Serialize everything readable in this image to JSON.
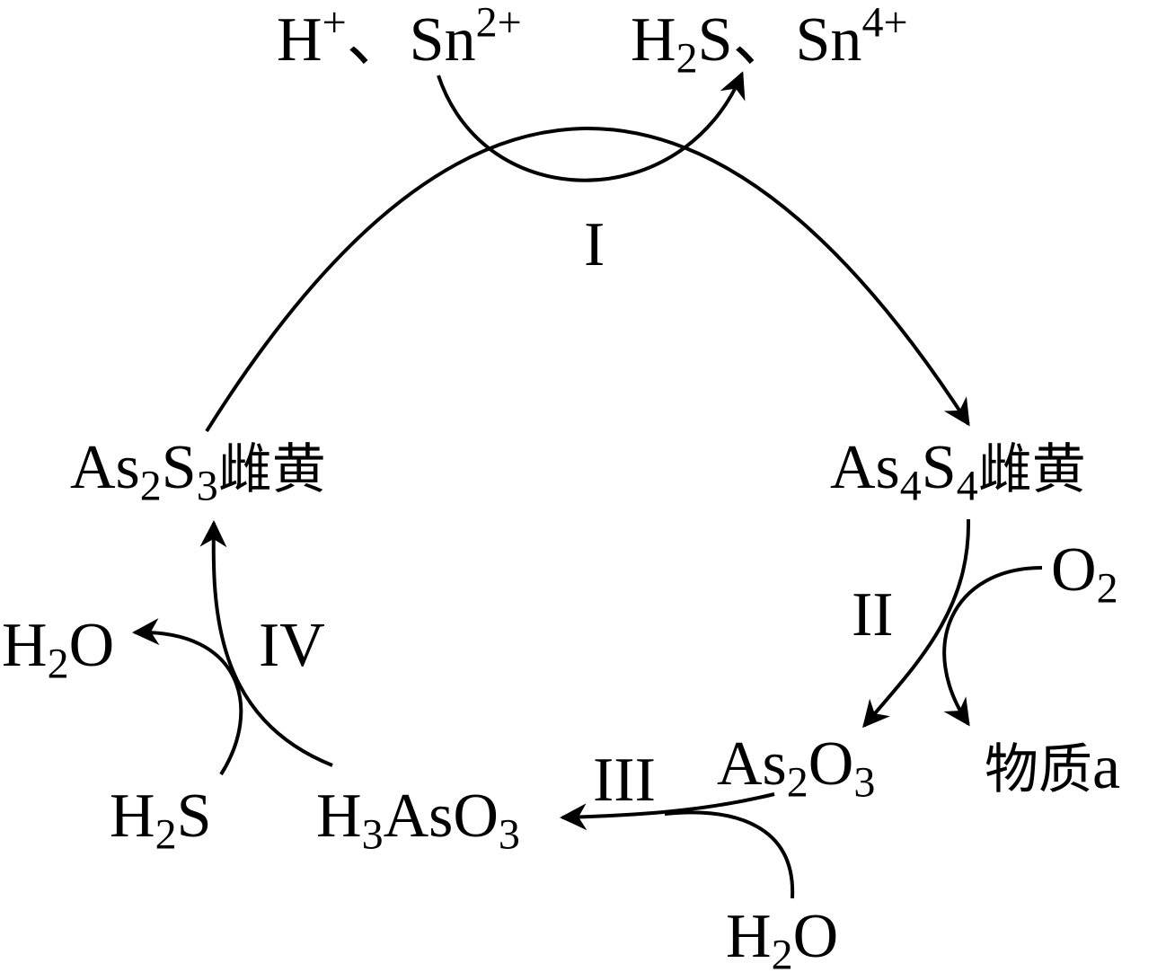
{
  "colors": {
    "ink": "#000000",
    "background": "#ffffff"
  },
  "reactants_I": {
    "h": "H",
    "h_charge": "+",
    "sep": "、",
    "sn": "Sn",
    "sn_charge": "2+"
  },
  "products_I": {
    "h": "H",
    "h_sub": "2",
    "s": "S",
    "sep": "、",
    "sn": "Sn",
    "sn_charge": "4+"
  },
  "step_labels": {
    "I": "I",
    "II": "II",
    "III": "III",
    "IV": "IV"
  },
  "realgar_As4S4": {
    "as": "As",
    "as_sub": "4",
    "s": "S",
    "s_sub": "4",
    "name": "雌黄"
  },
  "orpiment_As2S3": {
    "as": "As",
    "as_sub": "2",
    "s": "S",
    "s_sub": "3",
    "name": "雌黄"
  },
  "oxygen": {
    "o": "O",
    "o_sub": "2"
  },
  "substance_a": {
    "text": "物质",
    "letter": "a"
  },
  "arsenic_oxide": {
    "as": "As",
    "as_sub": "2",
    "o": "O",
    "o_sub": "3"
  },
  "water_III": {
    "h": "H",
    "h_sub": "2",
    "o": "O"
  },
  "arsenous_acid": {
    "h": "H",
    "h_sub": "3",
    "as": "AsO",
    "o_sub": "3"
  },
  "hydrogen_sulfide_IV": {
    "h": "H",
    "h_sub": "2",
    "s": "S"
  },
  "water_IV": {
    "h": "H",
    "h_sub": "2",
    "o": "O"
  }
}
